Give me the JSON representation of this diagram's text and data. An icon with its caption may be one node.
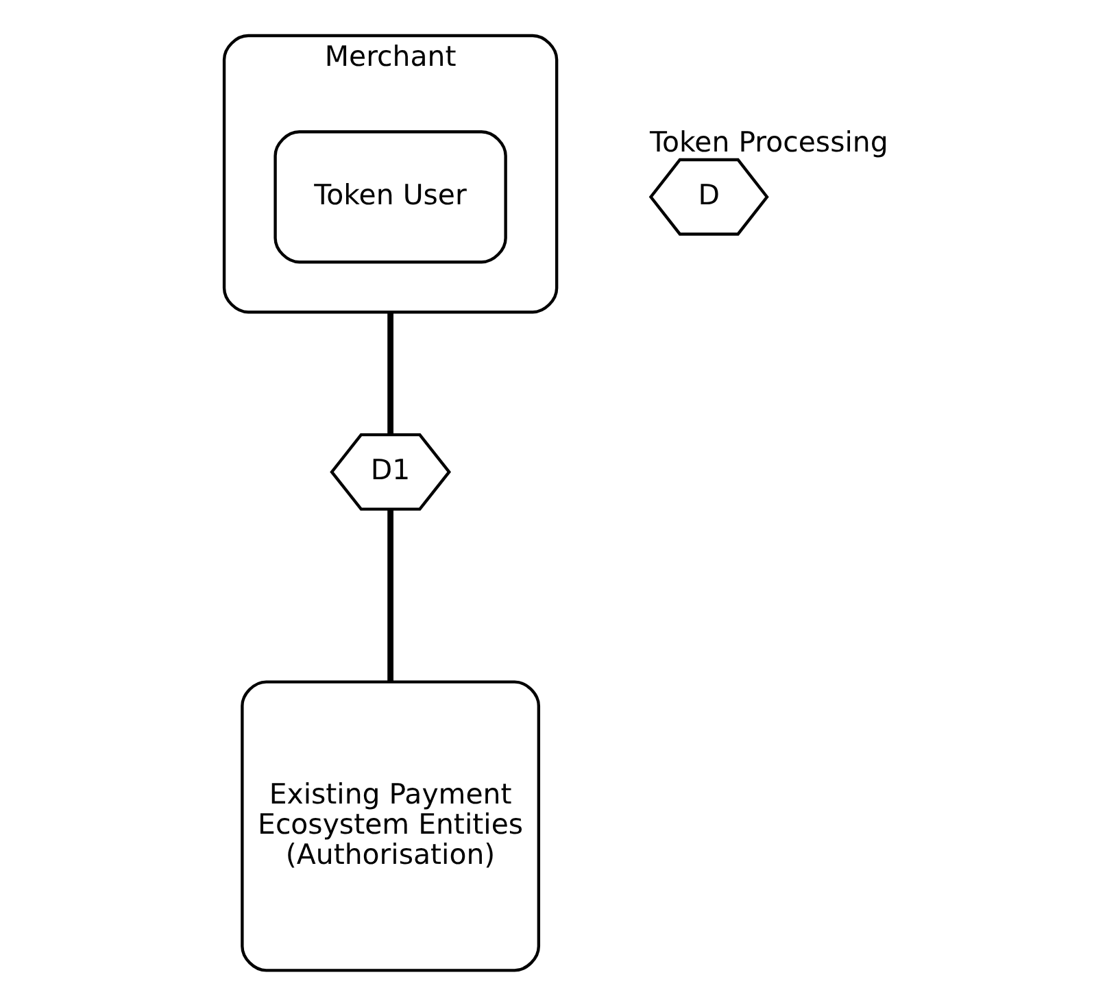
{
  "diagram": {
    "nodes": [
      {
        "text": [
          "Merchant"
        ]
      },
      {
        "text": [
          "Token User"
        ],
        "in": 0
      },
      {
        "text": [
          "D"
        ],
        "beside": [
          "Token Processing"
        ]
      },
      {
        "text": [
          "D1"
        ]
      },
      {
        "text": [
          "Existing Payment Ecosystem Entities (Authorisation)"
        ]
      }
    ],
    "edges": [
      {
        "from": 0,
        "to": 3,
        "arrow": "none"
      },
      {
        "from": 3,
        "to": 4,
        "arrow": "none"
      }
    ]
  }
}
